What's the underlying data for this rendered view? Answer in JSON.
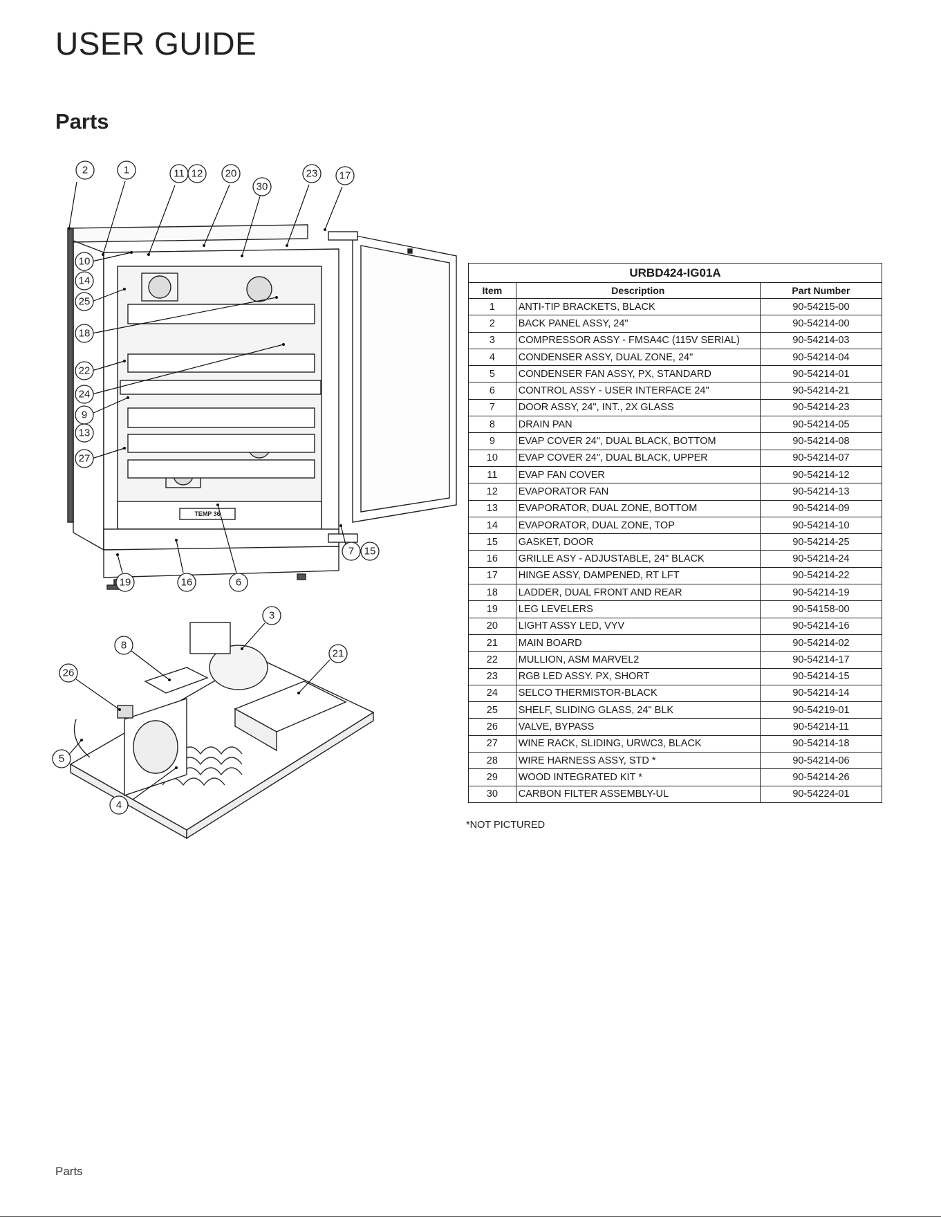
{
  "header": {
    "doc_title": "USER GUIDE",
    "section_title": "Parts"
  },
  "table": {
    "model": "URBD424-IG01A",
    "col_item": "Item",
    "col_desc": "Description",
    "col_part": "Part Number",
    "rows": [
      {
        "item": "1",
        "desc": "ANTI-TIP BRACKETS, BLACK",
        "part": "90-54215-00"
      },
      {
        "item": "2",
        "desc": "BACK PANEL ASSY, 24\"",
        "part": "90-54214-00"
      },
      {
        "item": "3",
        "desc": "COMPRESSOR ASSY - FMSA4C (115V SERIAL)",
        "part": "90-54214-03"
      },
      {
        "item": "4",
        "desc": "CONDENSER ASSY, DUAL ZONE, 24\"",
        "part": "90-54214-04"
      },
      {
        "item": "5",
        "desc": "CONDENSER FAN ASSY, PX, STANDARD",
        "part": "90-54214-01"
      },
      {
        "item": "6",
        "desc": "CONTROL ASSY - USER INTERFACE 24\"",
        "part": "90-54214-21"
      },
      {
        "item": "7",
        "desc": "DOOR ASSY, 24\", INT., 2X GLASS",
        "part": "90-54214-23"
      },
      {
        "item": "8",
        "desc": "DRAIN PAN",
        "part": "90-54214-05"
      },
      {
        "item": "9",
        "desc": "EVAP COVER 24\", DUAL BLACK, BOTTOM",
        "part": "90-54214-08"
      },
      {
        "item": "10",
        "desc": "EVAP COVER 24\", DUAL BLACK, UPPER",
        "part": "90-54214-07"
      },
      {
        "item": "11",
        "desc": "EVAP FAN COVER",
        "part": "90-54214-12"
      },
      {
        "item": "12",
        "desc": "EVAPORATOR FAN",
        "part": "90-54214-13"
      },
      {
        "item": "13",
        "desc": "EVAPORATOR, DUAL ZONE, BOTTOM",
        "part": "90-54214-09"
      },
      {
        "item": "14",
        "desc": "EVAPORATOR, DUAL ZONE, TOP",
        "part": "90-54214-10"
      },
      {
        "item": "15",
        "desc": "GASKET, DOOR",
        "part": "90-54214-25"
      },
      {
        "item": "16",
        "desc": "GRILLE ASY - ADJUSTABLE, 24\" BLACK",
        "part": "90-54214-24"
      },
      {
        "item": "17",
        "desc": "HINGE ASSY, DAMPENED, RT LFT",
        "part": "90-54214-22"
      },
      {
        "item": "18",
        "desc": "LADDER, DUAL FRONT AND REAR",
        "part": "90-54214-19"
      },
      {
        "item": "19",
        "desc": "LEG LEVELERS",
        "part": "90-54158-00"
      },
      {
        "item": "20",
        "desc": "LIGHT ASSY LED, VYV",
        "part": "90-54214-16"
      },
      {
        "item": "21",
        "desc": "MAIN BOARD",
        "part": "90-54214-02"
      },
      {
        "item": "22",
        "desc": "MULLION, ASM MARVEL2",
        "part": "90-54214-17"
      },
      {
        "item": "23",
        "desc": "RGB LED ASSY. PX, SHORT",
        "part": "90-54214-15"
      },
      {
        "item": "24",
        "desc": "SELCO THERMISTOR-BLACK",
        "part": "90-54214-14"
      },
      {
        "item": "25",
        "desc": "SHELF, SLIDING GLASS, 24\" BLK",
        "part": "90-54219-01"
      },
      {
        "item": "26",
        "desc": "VALVE, BYPASS",
        "part": "90-54214-11"
      },
      {
        "item": "27",
        "desc": "WINE RACK, SLIDING, URWC3, BLACK",
        "part": "90-54214-18"
      },
      {
        "item": "28",
        "desc": "WIRE HARNESS ASSY, STD *",
        "part": "90-54214-06"
      },
      {
        "item": "29",
        "desc": "WOOD INTEGRATED KIT *",
        "part": "90-54214-26"
      },
      {
        "item": "30",
        "desc": "CARBON FILTER ASSEMBLY-UL",
        "part": "90-54224-01"
      }
    ],
    "note": "*NOT PICTURED"
  },
  "diagram": {
    "display_text": "TEMP 36",
    "callouts_upper": [
      "2",
      "1",
      "11",
      "12",
      "20",
      "30",
      "23",
      "17",
      "10",
      "14",
      "25",
      "18",
      "22",
      "24",
      "9",
      "13",
      "27",
      "7",
      "15",
      "19",
      "16",
      "6"
    ],
    "callouts_lower": [
      "3",
      "8",
      "21",
      "26",
      "5",
      "4"
    ]
  },
  "footer": {
    "label": "Parts"
  }
}
